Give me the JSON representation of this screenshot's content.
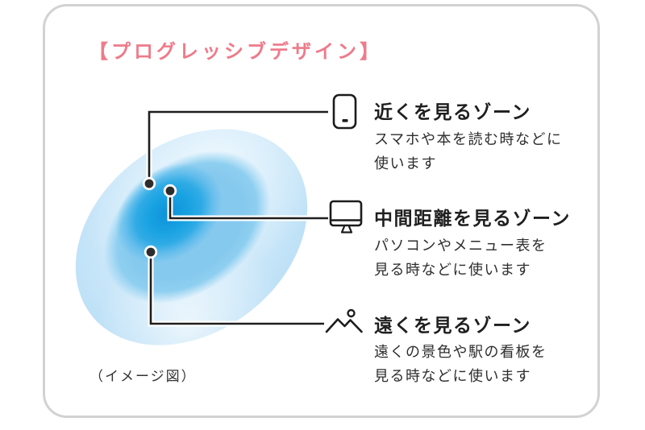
{
  "title": "【プログレッシブデザイン】",
  "caption": "（イメージ図）",
  "colors": {
    "accent_pink": "#EE7B8A",
    "lens_core_blue": "#189FE0",
    "lens_middle_blue": "#86C9EE",
    "lens_outer_blue": "#CFE9FA",
    "callout_line": "#1E1E1E",
    "heading_text": "#1F1F1F",
    "body_text": "#2E2E2E",
    "card_border": "#D2D2D2"
  },
  "zones": [
    {
      "icon": "smartphone-icon",
      "title": "近くを見るゾーン",
      "description": "スマホや本を読む時などに\n使います"
    },
    {
      "icon": "monitor-icon",
      "title": "中間距離を見るゾーン",
      "description": "パソコンやメニュー表を\n見る時などに使います"
    },
    {
      "icon": "mountain-icon",
      "title": "遠くを見るゾーン",
      "description": "遠くの景色や駅の看板を\n見る時などに使います"
    }
  ]
}
